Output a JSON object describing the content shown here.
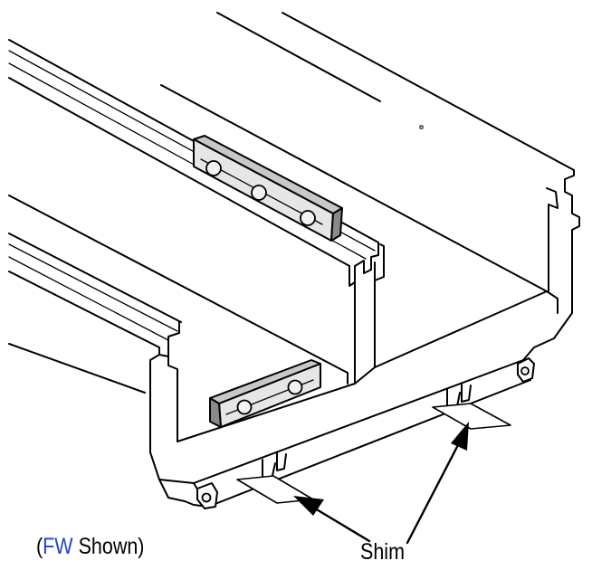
{
  "labels": {
    "open_paren": "(",
    "fw": "FW",
    "shown": " Shown)",
    "shim": "Shim"
  },
  "colors": {
    "accent": "#1f3fd6",
    "line": "#000000",
    "block_face": "#e6e6e6",
    "block_side": "#8a8a8a"
  }
}
